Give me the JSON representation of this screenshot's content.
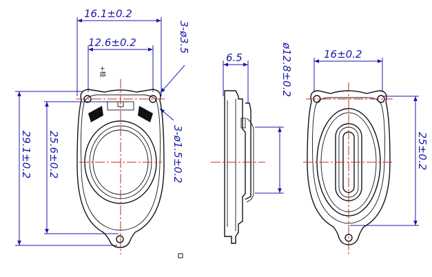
{
  "drawing": {
    "front_view": {
      "width_outer": "16.1±0.2",
      "width_holes": "12.6±0.2",
      "mount_holes": "3-ø3.5",
      "small_holes": "3-ø1.5±0.2",
      "height_outer": "29.1±0.2",
      "height_holes": "25.6±0.2",
      "polarity_mark": "+极"
    },
    "side_view": {
      "depth": "6.5",
      "diameter": "ø12.8±0.2"
    },
    "rear_view": {
      "width": "16±0.2",
      "height": "25±0.2"
    }
  },
  "colors": {
    "outline": "#111111",
    "dimension": "#1a1aa8",
    "centerline": "#d42020",
    "background": "#ffffff"
  }
}
